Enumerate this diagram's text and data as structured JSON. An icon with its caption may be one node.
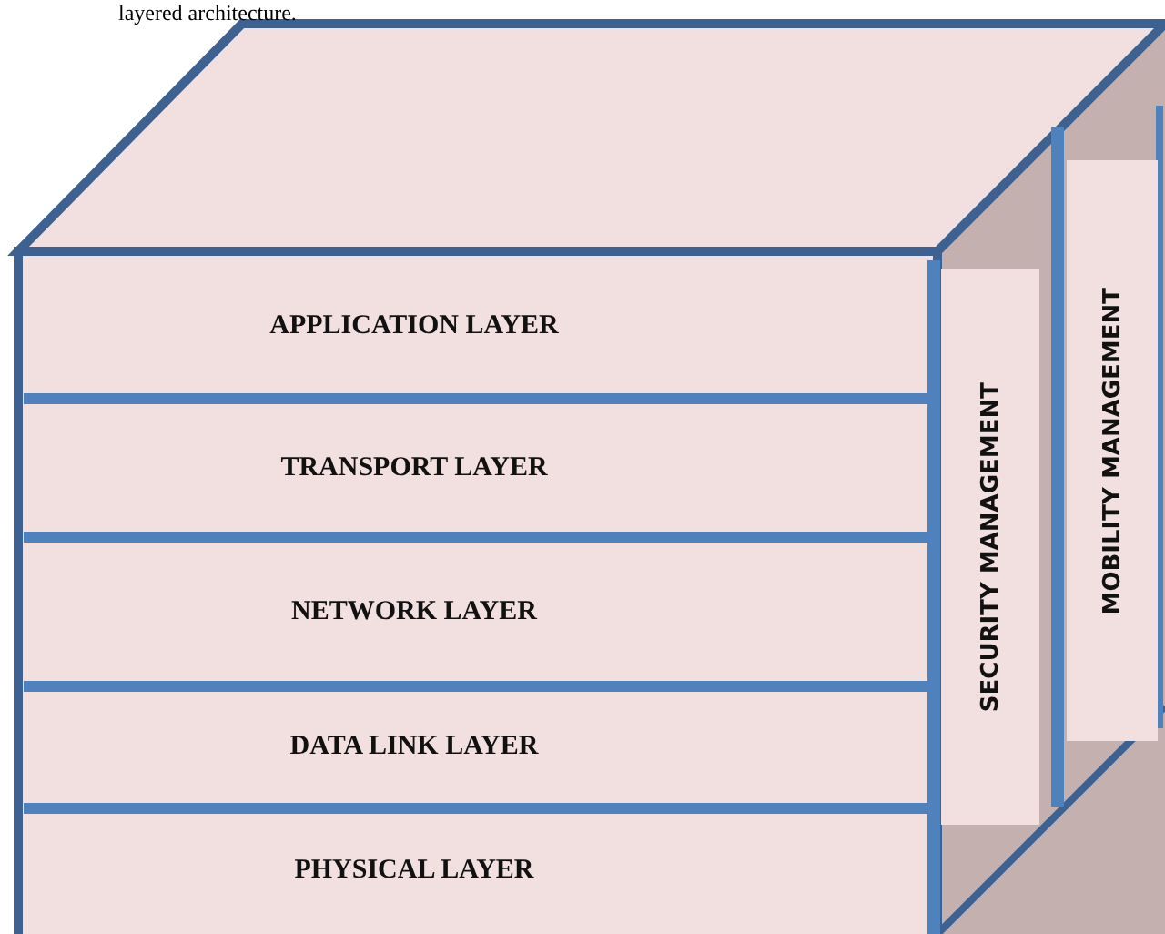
{
  "diagram": {
    "nodes": [
      {
        "text": [
          "APPLICATION LAYER"
        ]
      },
      {
        "text": [
          "TRANSPORT LAYER"
        ]
      },
      {
        "text": [
          "NETWORK LAYER"
        ]
      },
      {
        "text": [
          "DATA LINK LAYER"
        ]
      },
      {
        "text": [
          "PHYSICAL LAYER"
        ]
      },
      {
        "text": [
          "SECURITY MANAGEMENT"
        ]
      },
      {
        "text": [
          "MOBILITY MANAGEMENT"
        ]
      }
    ],
    "labels": [
      "layered architecture."
    ]
  }
}
